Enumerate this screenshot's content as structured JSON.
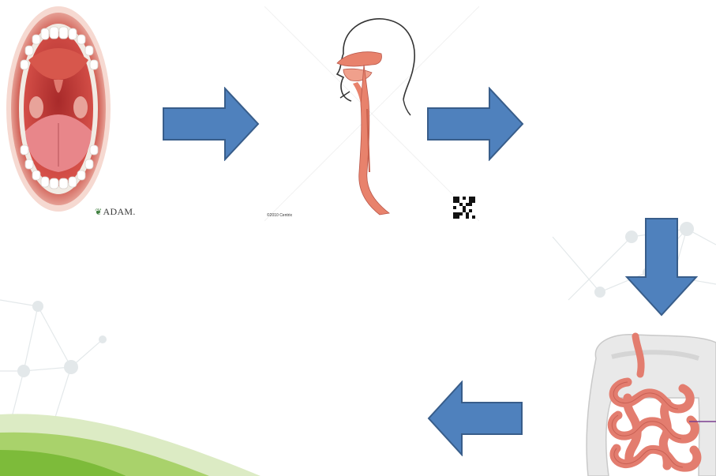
{
  "diagram": {
    "steps": [
      {
        "id": "mouth",
        "icon": "open-mouth-illustration"
      },
      {
        "id": "esophagus",
        "icon": "head-throat-esophagus-illustration"
      },
      {
        "id": "stomach",
        "icon": "empty-step"
      },
      {
        "id": "small-intestine",
        "icon": "small-intestine-illustration"
      }
    ],
    "arrows": [
      {
        "from": "mouth",
        "to": "esophagus",
        "direction": "right"
      },
      {
        "from": "esophagus",
        "to": "stomach",
        "direction": "right"
      },
      {
        "from": "stomach",
        "to": "small-intestine",
        "direction": "down"
      },
      {
        "from": "small-intestine",
        "to": "next",
        "direction": "left"
      }
    ],
    "colors": {
      "arrow_fill": "#4f81bd",
      "arrow_stroke": "#385d8a",
      "tissue": "#e8826c",
      "lip": "#c8443a",
      "accent_green": "#8cc63f"
    }
  },
  "credits": {
    "mouth_image": "ADAM.",
    "throat_image": "©2010 Centrix"
  }
}
